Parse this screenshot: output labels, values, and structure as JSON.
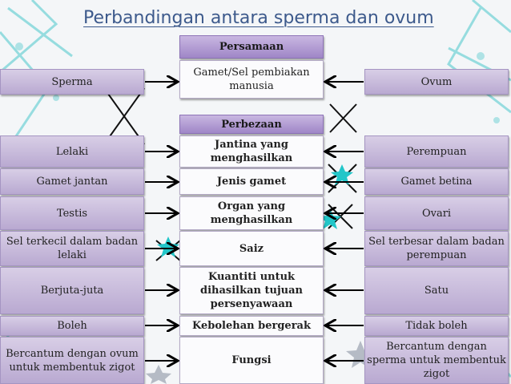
{
  "title": "Perbandingan antara sperma dan ovum",
  "header": {
    "persamaan": "Persamaan",
    "perbezaan": "Perbezaan"
  },
  "similarity": {
    "left": "Sperma",
    "center": "Gamet/Sel pembiakan manusia",
    "right": "Ovum"
  },
  "rows": [
    {
      "left": "Lelaki",
      "center": "Jantina yang menghasilkan",
      "right": "Perempuan"
    },
    {
      "left": "Gamet jantan",
      "center": "Jenis gamet",
      "right": "Gamet betina"
    },
    {
      "left": "Testis",
      "center": "Organ yang menghasilkan",
      "right": "Ovari"
    },
    {
      "left": "Sel terkecil dalam badan lelaki",
      "center": "Saiz",
      "right": "Sel terbesar dalam badan perempuan"
    },
    {
      "left": "Berjuta-juta",
      "center": "Kuantiti untuk dihasilkan tujuan persenyawaan",
      "right": "Satu"
    },
    {
      "left": "Boleh",
      "center": "Kebolehan bergerak",
      "right": "Tidak boleh"
    },
    {
      "left": "Bercantum dengan ovum untuk membentuk zigot",
      "center": "Fungsi",
      "right": "Bercantum dengan sperma untuk membentuk zigot"
    }
  ]
}
